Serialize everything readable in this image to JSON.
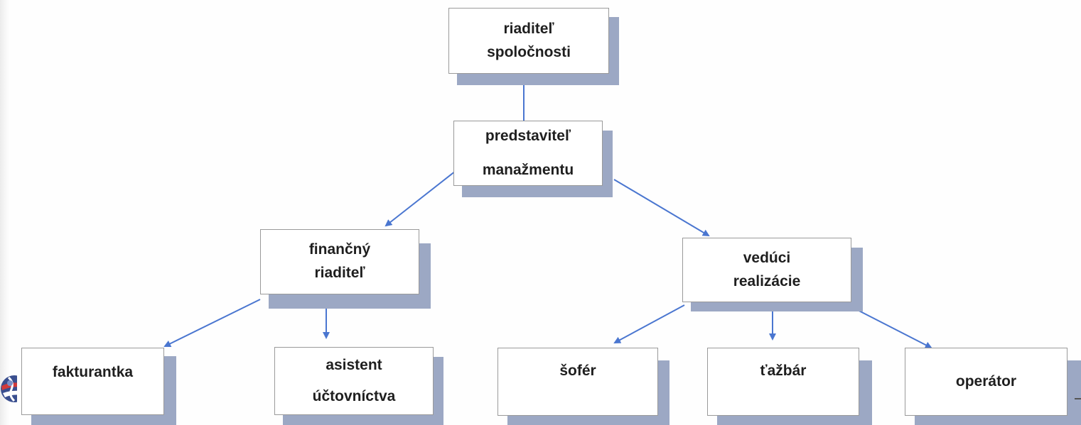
{
  "org_chart": {
    "nodes": [
      {
        "id": "ceo",
        "lines": [
          "riaditeľ",
          "spoločnosti"
        ]
      },
      {
        "id": "mgmt",
        "lines": [
          "predstaviteľ",
          "manažmentu"
        ]
      },
      {
        "id": "cfo",
        "lines": [
          "finančný",
          "riaditeľ"
        ]
      },
      {
        "id": "ops",
        "lines": [
          "vedúci",
          "realizácie"
        ]
      },
      {
        "id": "invoicing",
        "lines": [
          "fakturantka"
        ]
      },
      {
        "id": "accounting",
        "lines": [
          "asistent",
          "účtovníctva"
        ]
      },
      {
        "id": "driver",
        "lines": [
          "šofér"
        ]
      },
      {
        "id": "hauler",
        "lines": [
          "ťažbár"
        ]
      },
      {
        "id": "operator",
        "lines": [
          "operátor"
        ]
      }
    ],
    "edges": [
      [
        "ceo",
        "mgmt"
      ],
      [
        "mgmt",
        "cfo"
      ],
      [
        "mgmt",
        "ops"
      ],
      [
        "cfo",
        "invoicing"
      ],
      [
        "cfo",
        "accounting"
      ],
      [
        "ops",
        "driver"
      ],
      [
        "ops",
        "hauler"
      ],
      [
        "ops",
        "operator"
      ]
    ]
  },
  "colors": {
    "arrow": "#4a76d0",
    "box_shadow": "#9ca8c4",
    "box_border": "#9a9a9a"
  }
}
